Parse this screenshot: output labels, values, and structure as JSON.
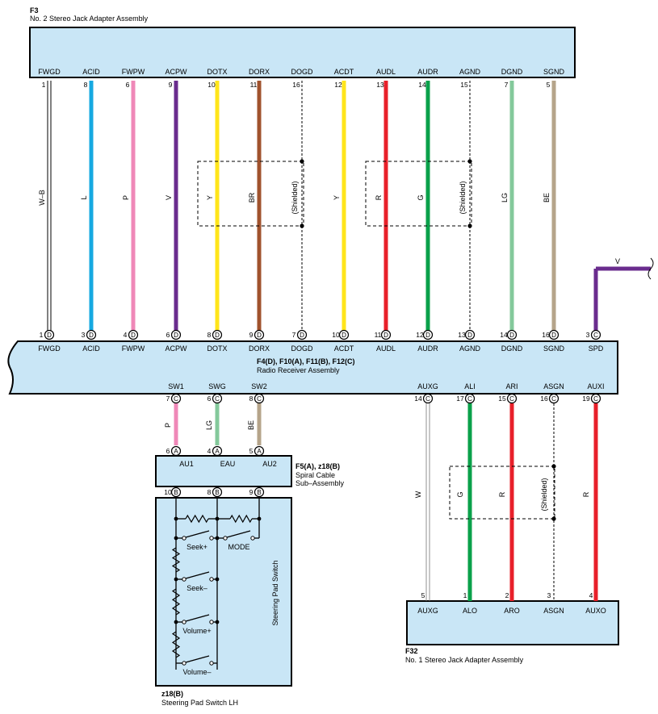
{
  "connector_f3": {
    "id": "F3",
    "name": "No. 2 Stereo Jack Adapter Assembly",
    "pins": [
      {
        "signal": "FWGD",
        "pin": "1"
      },
      {
        "signal": "ACID",
        "pin": "8"
      },
      {
        "signal": "FWPW",
        "pin": "6"
      },
      {
        "signal": "ACPW",
        "pin": "9"
      },
      {
        "signal": "DOTX",
        "pin": "10"
      },
      {
        "signal": "DORX",
        "pin": "11"
      },
      {
        "signal": "DOGD",
        "pin": "16"
      },
      {
        "signal": "ACDT",
        "pin": "12"
      },
      {
        "signal": "AUDL",
        "pin": "13"
      },
      {
        "signal": "AUDR",
        "pin": "14"
      },
      {
        "signal": "AGND",
        "pin": "15"
      },
      {
        "signal": "DGND",
        "pin": "7"
      },
      {
        "signal": "SGND",
        "pin": "5"
      }
    ]
  },
  "radio": {
    "id": "F4(D), F10(A), F11(B), F12(C)",
    "name": "Radio Receiver Assembly",
    "top_pins": [
      {
        "signal": "FWGD",
        "pin": "1",
        "conn": "D"
      },
      {
        "signal": "ACID",
        "pin": "3",
        "conn": "D"
      },
      {
        "signal": "FWPW",
        "pin": "4",
        "conn": "D"
      },
      {
        "signal": "ACPW",
        "pin": "6",
        "conn": "D"
      },
      {
        "signal": "DOTX",
        "pin": "8",
        "conn": "D"
      },
      {
        "signal": "DORX",
        "pin": "9",
        "conn": "D"
      },
      {
        "signal": "DOGD",
        "pin": "7",
        "conn": "D"
      },
      {
        "signal": "ACDT",
        "pin": "10",
        "conn": "D"
      },
      {
        "signal": "AUDL",
        "pin": "11",
        "conn": "D"
      },
      {
        "signal": "AUDR",
        "pin": "12",
        "conn": "D"
      },
      {
        "signal": "AGND",
        "pin": "13",
        "conn": "D"
      },
      {
        "signal": "DGND",
        "pin": "14",
        "conn": "D"
      },
      {
        "signal": "SGND",
        "pin": "16",
        "conn": "D"
      },
      {
        "signal": "SPD",
        "pin": "3",
        "conn": "C"
      }
    ],
    "bottom_pins": [
      {
        "signal": "SW1",
        "pin": "7",
        "conn": "C"
      },
      {
        "signal": "SWG",
        "pin": "6",
        "conn": "C"
      },
      {
        "signal": "SW2",
        "pin": "8",
        "conn": "C"
      },
      {
        "signal": "AUXG",
        "pin": "14",
        "conn": "C"
      },
      {
        "signal": "ALI",
        "pin": "17",
        "conn": "C"
      },
      {
        "signal": "ARI",
        "pin": "15",
        "conn": "C"
      },
      {
        "signal": "ASGN",
        "pin": "16",
        "conn": "C"
      },
      {
        "signal": "AUXI",
        "pin": "19",
        "conn": "C"
      }
    ]
  },
  "wires_top": [
    "W–B",
    "L",
    "P",
    "V",
    "Y",
    "BR",
    "(Shielded)",
    "Y",
    "R",
    "G",
    "(Shielded)",
    "LG",
    "BE"
  ],
  "wire_spd": "V",
  "wires_switch": [
    "P",
    "LG",
    "BE"
  ],
  "wires_aux": [
    "W",
    "G",
    "R",
    "(Shielded)",
    "R"
  ],
  "spiral": {
    "id": "F5(A), z18(B)",
    "name_line1": "Spiral Cable",
    "name_line2": "Sub–Assembly",
    "top_pins": [
      {
        "pin": "6",
        "conn": "A"
      },
      {
        "pin": "4",
        "conn": "A"
      },
      {
        "pin": "5",
        "conn": "A"
      }
    ],
    "labels": [
      "AU1",
      "EAU",
      "AU2"
    ],
    "bottom_pins": [
      {
        "pin": "10",
        "conn": "B"
      },
      {
        "pin": "8",
        "conn": "B"
      },
      {
        "pin": "9",
        "conn": "B"
      }
    ]
  },
  "steering": {
    "id": "z18(B)",
    "name": "Steering Pad Switch LH",
    "side_label": "Steering Pad Switch",
    "switches": [
      "Seek+",
      "MODE",
      "Seek–",
      "Volume+",
      "Volume–"
    ]
  },
  "f32": {
    "id": "F32",
    "name": "No. 1 Stereo Jack Adapter Assembly",
    "pins": [
      {
        "signal": "AUXG",
        "pin": "5"
      },
      {
        "signal": "ALO",
        "pin": "1"
      },
      {
        "signal": "ARO",
        "pin": "2"
      },
      {
        "signal": "ASGN",
        "pin": "3"
      },
      {
        "signal": "AUXO",
        "pin": "4"
      }
    ]
  },
  "colors": {
    "box_fill": "#c9e6f6",
    "W–B": "#ffffff",
    "L": "#16a9e1",
    "P": "#ef88b8",
    "V": "#6a2c8e",
    "Y": "#ffe51a",
    "BR": "#a0522d",
    "R": "#e8202a",
    "G": "#0aa14a",
    "LG": "#84c99b",
    "BE": "#b5a48a",
    "W": "#ffffff"
  }
}
